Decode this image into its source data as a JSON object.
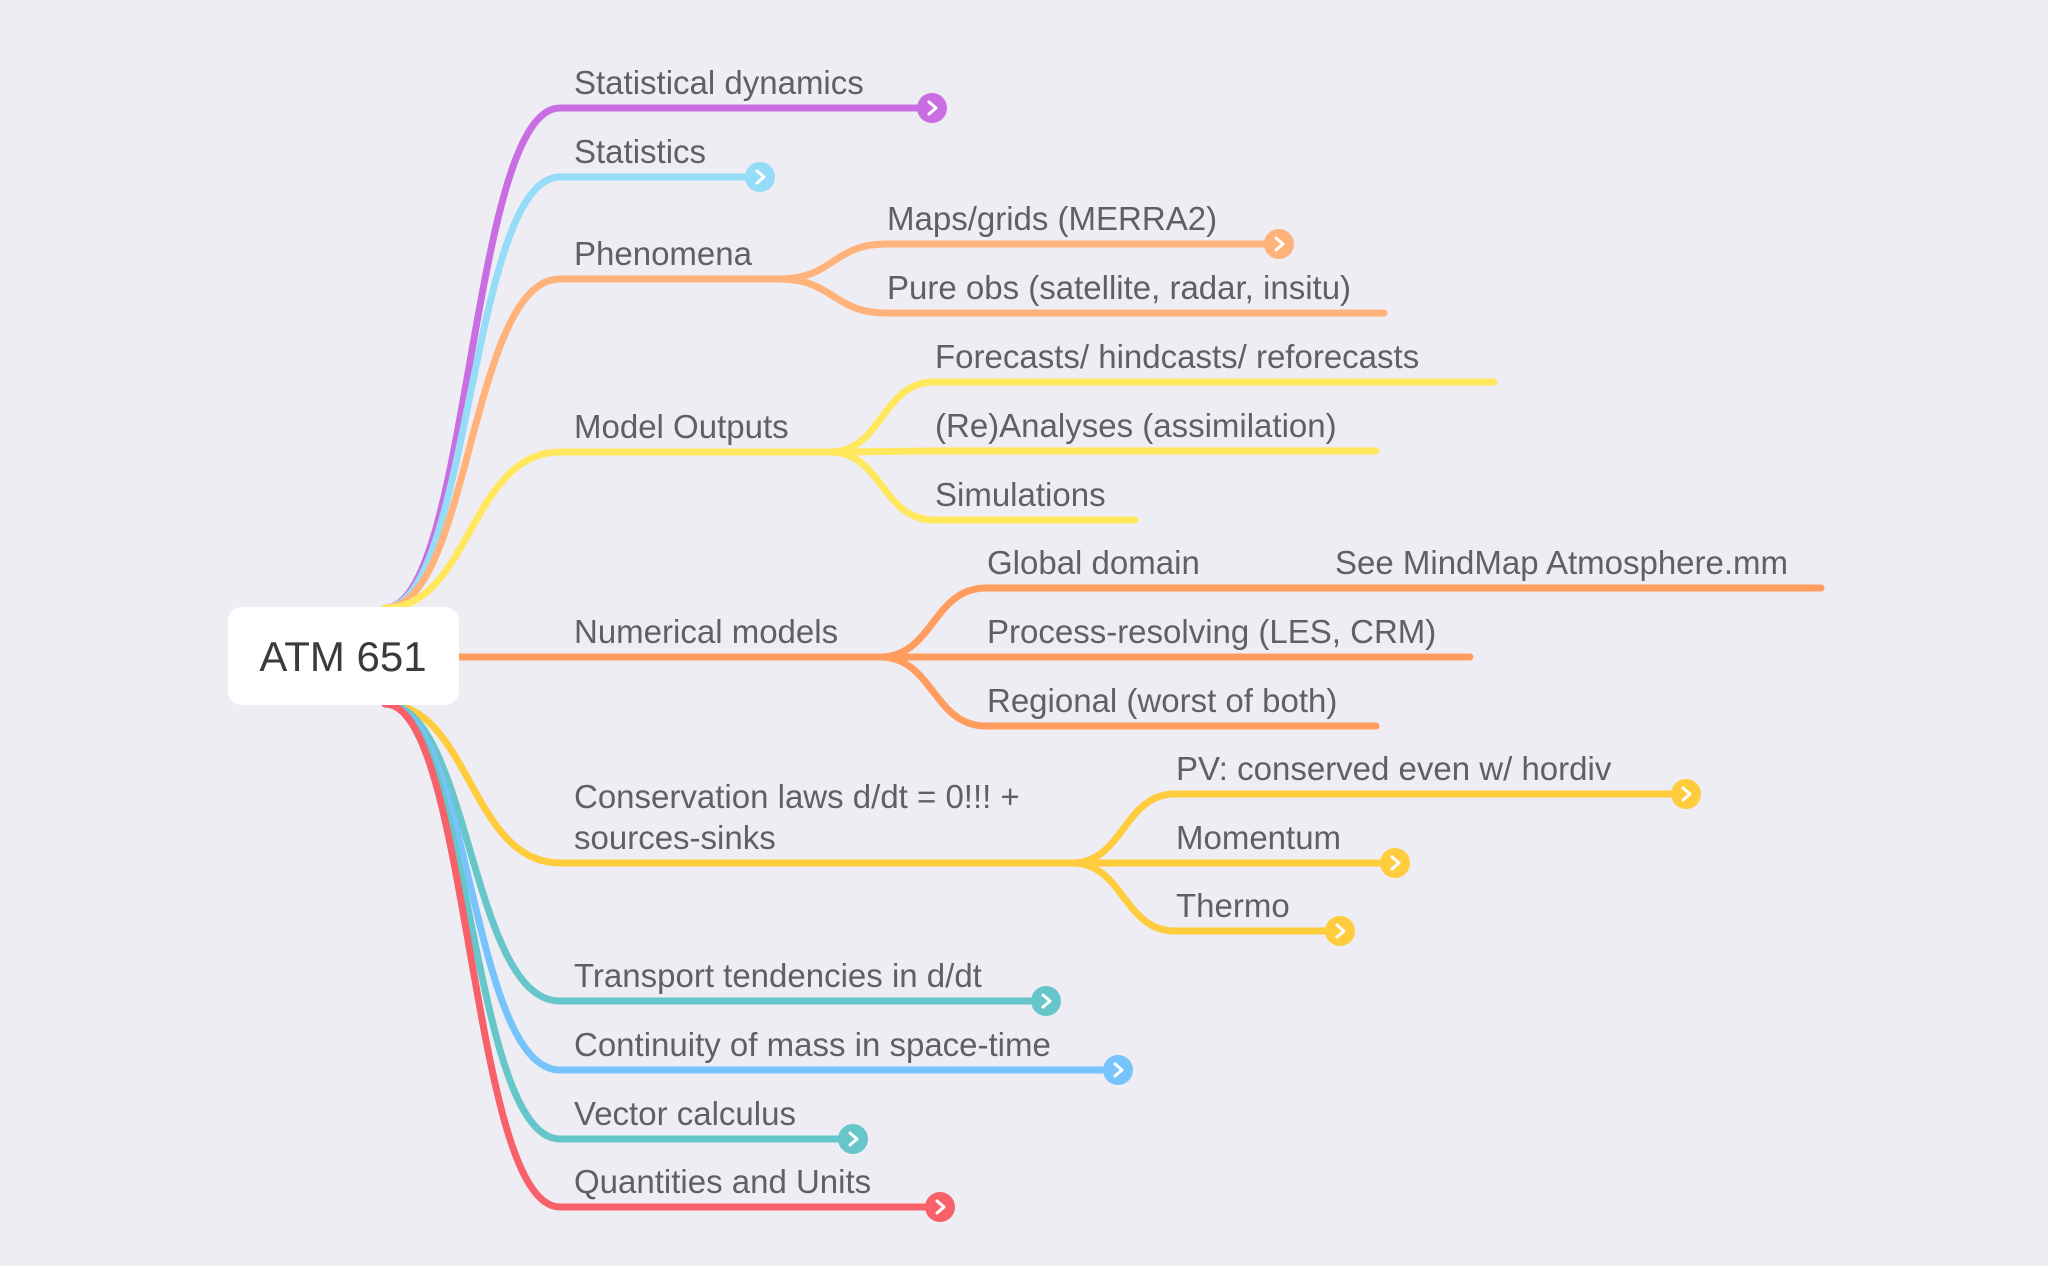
{
  "root": {
    "label": "ATM 651"
  },
  "colors": {
    "purple": "#c96ee2",
    "sky": "#95dcf8",
    "peach": "#ffb27a",
    "yellow": "#ffe75e",
    "orange": "#ff9c5e",
    "gold": "#ffcc3d",
    "teal": "#67c6c9",
    "blue": "#77c3fb",
    "red": "#f8616a"
  },
  "branches": [
    {
      "id": "statistical-dynamics",
      "label": "Statistical dynamics",
      "color": "purple",
      "collapsed": true,
      "children": []
    },
    {
      "id": "statistics",
      "label": "Statistics",
      "color": "sky",
      "collapsed": true,
      "children": []
    },
    {
      "id": "phenomena",
      "label": "Phenomena",
      "color": "peach",
      "children": [
        {
          "id": "maps-grids",
          "label": "Maps/grids (MERRA2)",
          "collapsed": true,
          "children": []
        },
        {
          "id": "pure-obs",
          "label": "Pure obs (satellite, radar, insitu)",
          "children": []
        }
      ]
    },
    {
      "id": "model-outputs",
      "label": "Model Outputs",
      "color": "yellow",
      "children": [
        {
          "id": "forecasts",
          "label": "Forecasts/ hindcasts/ reforecasts",
          "children": []
        },
        {
          "id": "reanalyses",
          "label": "(Re)Analyses (assimilation)",
          "children": []
        },
        {
          "id": "simulations",
          "label": "Simulations",
          "children": []
        }
      ]
    },
    {
      "id": "numerical-models",
      "label": "Numerical models",
      "color": "orange",
      "children": [
        {
          "id": "global-domain",
          "label": "Global domain",
          "children": [
            {
              "id": "see-mindmap",
              "label": "See MindMap Atmosphere.mm",
              "children": []
            }
          ]
        },
        {
          "id": "process-resolving",
          "label": "Process-resolving (LES, CRM)",
          "children": []
        },
        {
          "id": "regional",
          "label": "Regional (worst of both)",
          "children": []
        }
      ]
    },
    {
      "id": "conservation-laws",
      "label": [
        "Conservation laws d/dt = 0!!! +",
        "sources-sinks"
      ],
      "color": "gold",
      "children": [
        {
          "id": "pv",
          "label": "PV: conserved even w/ hordiv",
          "collapsed": true,
          "children": []
        },
        {
          "id": "momentum",
          "label": "Momentum",
          "collapsed": true,
          "children": []
        },
        {
          "id": "thermo",
          "label": "Thermo",
          "collapsed": true,
          "children": []
        }
      ]
    },
    {
      "id": "transport-tendencies",
      "label": "Transport tendencies in d/dt",
      "color": "teal",
      "collapsed": true,
      "children": []
    },
    {
      "id": "continuity-of-mass",
      "label": "Continuity of mass in space-time",
      "color": "blue",
      "collapsed": true,
      "children": []
    },
    {
      "id": "vector-calculus",
      "label": "Vector calculus",
      "color": "teal",
      "collapsed": true,
      "children": []
    },
    {
      "id": "quantities-units",
      "label": "Quantities and Units",
      "color": "red",
      "collapsed": true,
      "children": []
    }
  ]
}
